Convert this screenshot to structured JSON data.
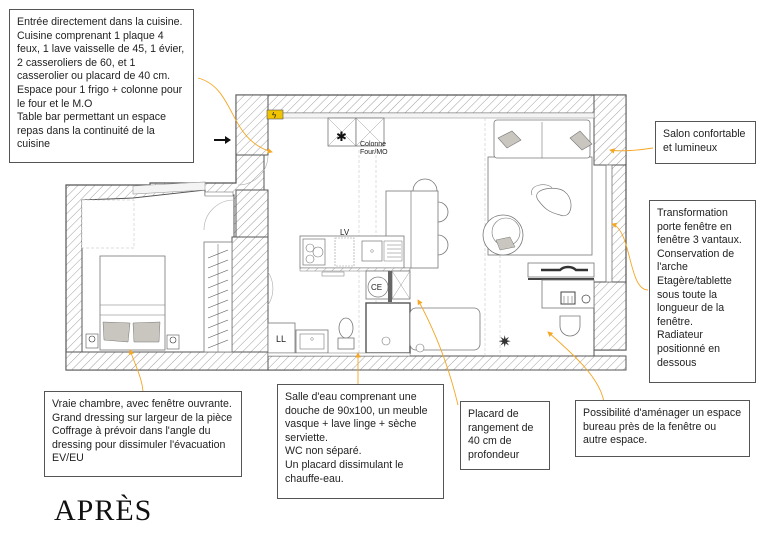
{
  "title": "APRÈS",
  "notes": {
    "kitchen": "Entrée directement dans la cuisine.\nCuisine comprenant 1 plaque 4 feux, 1 lave vaisselle de 45, 1 évier, 2 casseroliers de 60, et 1 casserolier ou placard de 40 cm.\nEspace pour 1 frigo + colonne pour le four et le M.O\nTable bar permettant un espace repas dans la continuité de la cuisine",
    "living": "Salon confortable et lumineux",
    "window": "Transformation porte fenêtre en fenêtre 3 vantaux.\nConservation de l'arche\nEtagère/tablette sous toute la longueur de la fenêtre.\nRadiateur positionné en dessous",
    "bedroom": "Vraie chambre, avec fenêtre ouvrante.\nGrand dressing sur largeur de la pièce\nCoffrage à prévoir dans l'angle du dressing pour dissimuler l'évacuation EV/EU",
    "bathroom": "Salle d'eau comprenant une douche de 90x100, un meuble vasque + lave linge + sèche serviette.\nWC non séparé.\nUn placard dissimulant le chauffe-eau.",
    "storage": "Placard de rangement de 40 cm de profondeur",
    "office": "Possibilité d'aménager un espace bureau près de la fenêtre ou autre espace."
  },
  "plan_labels": {
    "column": "Colonne",
    "oven": "Four/MO",
    "dishwasher": "LV",
    "water_heater": "CE",
    "washing_machine": "LL",
    "electric_panel": "ϟ"
  },
  "colors": {
    "annotation_line": "#f5a623",
    "wall_outline": "#555555",
    "cushion": "#c9c5bf",
    "electric_panel": "#f0c400"
  }
}
